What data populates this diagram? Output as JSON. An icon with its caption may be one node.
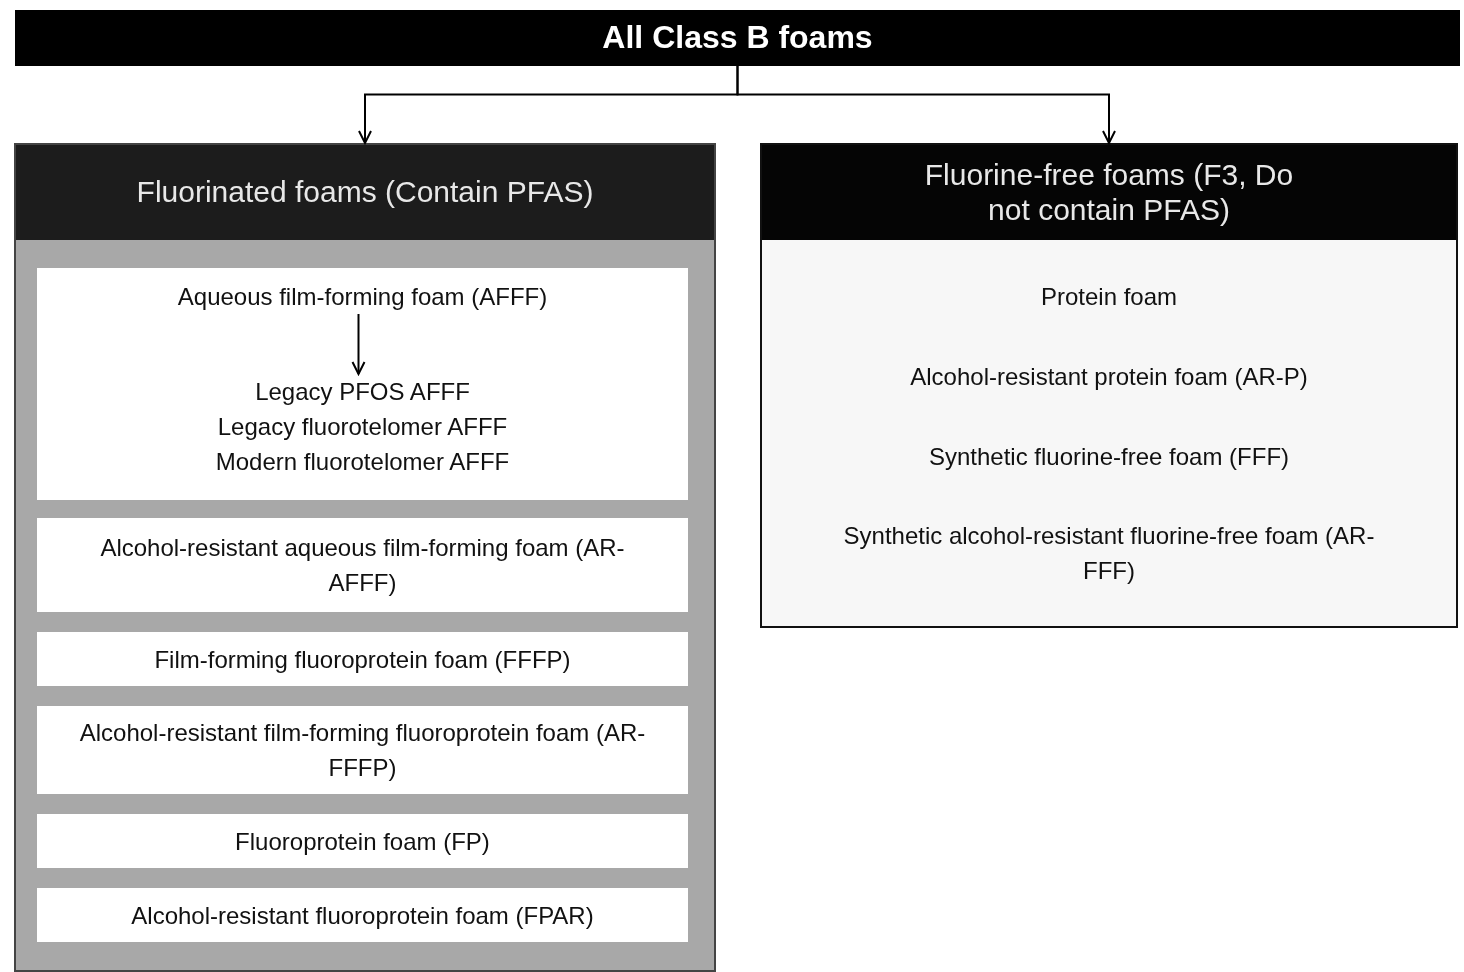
{
  "diagram": {
    "nodes": [
      {
        "text": [
          "All Class B foams"
        ]
      },
      {
        "text": [
          "Fluorinated foams (Contain PFAS)"
        ]
      },
      {
        "text": [],
        "shape": "box",
        "in": 1
      },
      {
        "text": [
          "Aqueous film-forming foam (AFFF)"
        ],
        "in": 2
      },
      {
        "text": [
          "Legacy PFOS AFFF",
          "Legacy fluorotelomer AFFF",
          "Modern fluorotelomer AFFF"
        ],
        "in": 2
      },
      {
        "text": [
          "Alcohol-resistant aqueous film-forming foam (AR-AFFF)"
        ],
        "in": 1
      },
      {
        "text": [
          "Film-forming fluoroprotein foam (FFFP)"
        ],
        "in": 1
      },
      {
        "text": [
          "Alcohol-resistant film-forming fluoroprotein foam (AR-FFFP)"
        ],
        "in": 1
      },
      {
        "text": [
          "Fluoroprotein foam (FP)"
        ],
        "in": 1
      },
      {
        "text": [
          "Alcohol-resistant fluoroprotein foam (FPAR)"
        ],
        "in": 1
      },
      {
        "text": [
          "Fluorine-free foams (F3, Do not contain PFAS)"
        ]
      },
      {
        "text": [
          "Protein foam"
        ],
        "in": 10
      },
      {
        "text": [
          "Alcohol-resistant protein foam (AR-P)"
        ],
        "in": 10
      },
      {
        "text": [
          "Synthetic fluorine-free foam (FFF)"
        ],
        "in": 10
      },
      {
        "text": [
          "Synthetic alcohol-resistant fluorine-free foam (AR-FFF)"
        ],
        "in": 10
      }
    ],
    "edges": [
      {
        "from": 0,
        "to": 1,
        "arrow": "to"
      },
      {
        "from": 0,
        "to": 10,
        "arrow": "to"
      },
      {
        "from": 3,
        "to": 4,
        "arrow": "to"
      }
    ]
  }
}
